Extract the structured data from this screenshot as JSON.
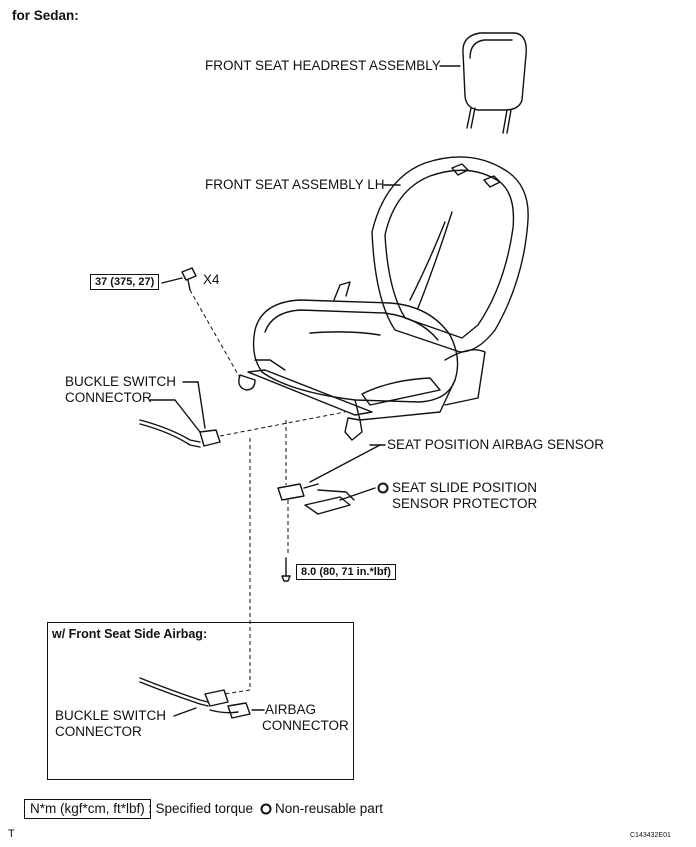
{
  "header": {
    "variant": "for Sedan:"
  },
  "labels": {
    "headrest": "FRONT SEAT HEADREST ASSEMBLY",
    "seat": "FRONT SEAT ASSEMBLY LH",
    "bolt_qty": "X4",
    "buckle_1": "BUCKLE SWITCH",
    "buckle_2": "CONNECTOR",
    "sensor": "SEAT POSITION AIRBAG SENSOR",
    "protector_1": "SEAT SLIDE POSITION",
    "protector_2": "SENSOR PROTECTOR"
  },
  "torque": {
    "seat_bolt": "37 (375, 27)",
    "screw": "8.0 (80, 71 in.*lbf)"
  },
  "inset": {
    "title": "w/ Front Seat Side Airbag:",
    "buckle_1": "BUCKLE SWITCH",
    "buckle_2": "CONNECTOR",
    "airbag_1": "AIRBAG",
    "airbag_2": "CONNECTOR"
  },
  "legend": {
    "unit": "N*m (kgf*cm, ft*lbf)",
    "torque_text": ": Specified torque",
    "nonreusable_text": "Non-reusable part"
  },
  "footer": {
    "left": "T",
    "code": "C143432E01"
  }
}
